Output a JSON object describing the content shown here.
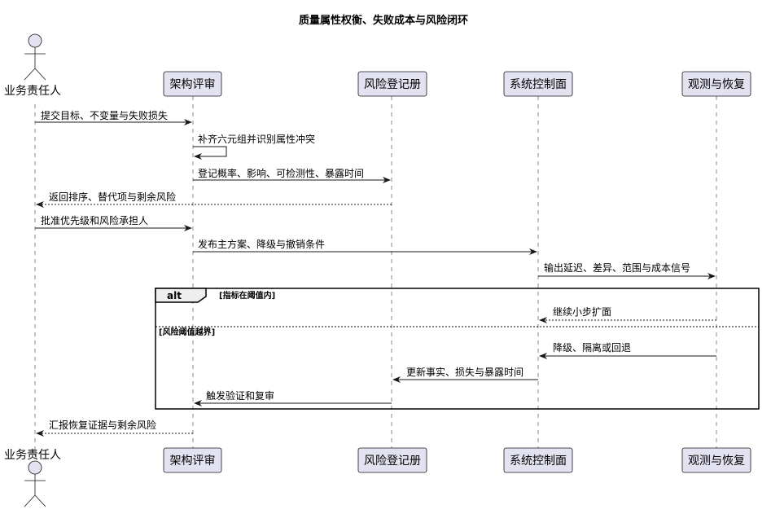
{
  "title": "质量属性权衡、失败成本与风险闭环",
  "participants": {
    "owner": "业务责任人",
    "review": "架构评审",
    "registry": "风险登记册",
    "control": "系统控制面",
    "observe": "观测与恢复"
  },
  "messages": [
    "提交目标、不变量与失败损失",
    "补齐六元组并识别属性冲突",
    "登记概率、影响、可检测性、暴露时间",
    "返回排序、替代项与剩余风险",
    "批准优先级和风险承担人",
    "发布主方案、降级与撤销条件",
    "输出延迟、差异、范围与成本信号",
    "继续小步扩面",
    "降级、隔离或回退",
    "更新事实、损失与暴露时间",
    "触发验证和复审",
    "汇报恢复证据与剩余风险"
  ],
  "fragment": {
    "label": "alt",
    "condition1": "[指标在阈值内]",
    "condition2": "[风险阈值越界]"
  },
  "colors": {
    "participant_fill": "#E2E2F0",
    "border": "#181818",
    "lifeline": "#888888"
  }
}
